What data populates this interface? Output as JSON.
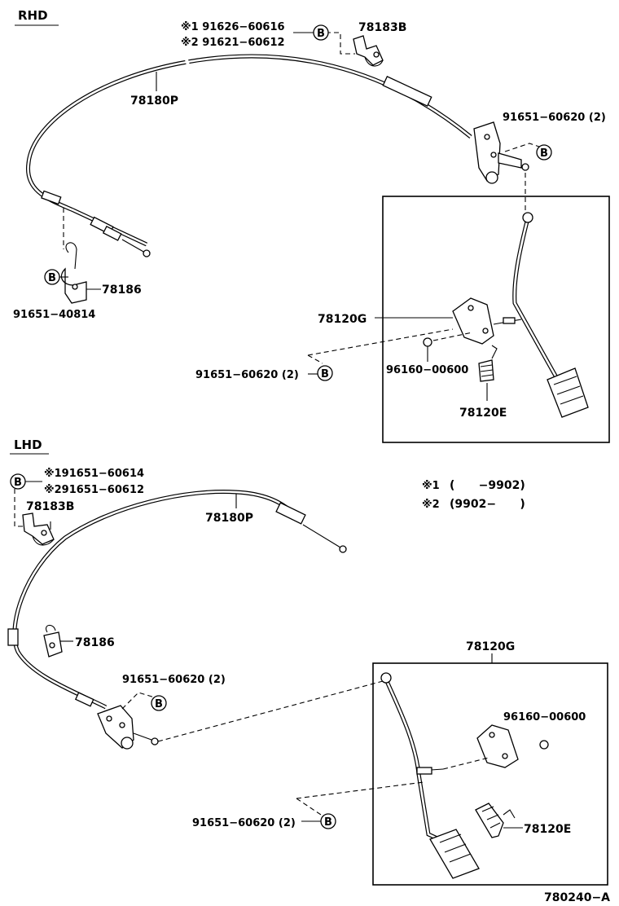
{
  "sections": {
    "rhd": "RHD",
    "lhd": "LHD"
  },
  "circle_b": "B",
  "rhd": {
    "bolt_note_1": "※1 91626−60616",
    "bolt_note_2": "※2 91621−60612",
    "clamp": "78183B",
    "cable": "78180P",
    "bolt_pair_top": "91651−60620 (2)",
    "bracket": "78186",
    "bracket_bolt": "91651−40814",
    "pedal_assy": "78120G",
    "pedal_bolt": "91651−60620 (2)",
    "bushing": "96160−00600",
    "spring": "78120E"
  },
  "lhd": {
    "bolt_note_1": "※191651−60614",
    "bolt_note_2": "※291651−60612",
    "clamp": "78183B",
    "cable": "78180P",
    "bracket": "78186",
    "bolt_pair": "91651−60620 (2)",
    "pedal_assy": "78120G",
    "bushing": "96160−00600",
    "pedal_bolt": "91651−60620 (2)",
    "spring": "78120E"
  },
  "legend": {
    "note1_mark": "※1",
    "note1_range": "(      −9902)",
    "note2_mark": "※2",
    "note2_range": "(9902−      )"
  },
  "figure_id": "780240−A"
}
